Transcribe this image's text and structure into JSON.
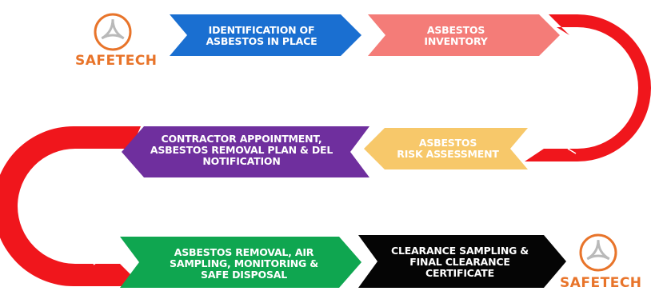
{
  "brand": {
    "name": "SAFETECH",
    "logo_color": "#e8742a",
    "logo_ring_color": "#b9b9b9"
  },
  "steps": [
    {
      "lines": [
        "IDENTIFICATION OF",
        "ASBESTOS IN PLACE"
      ],
      "color": "#1a6fd1"
    },
    {
      "lines": [
        "ASBESTOS",
        "INVENTORY"
      ],
      "color": "#f47c78"
    },
    {
      "lines": [
        "ASBESTOS",
        "RISK ASSESSMENT"
      ],
      "color": "#f7c86a"
    },
    {
      "lines": [
        "CONTRACTOR APPOINTMENT,",
        "ASBESTOS REMOVAL PLAN & DEL",
        "NOTIFICATION"
      ],
      "color": "#6f2f9e"
    },
    {
      "lines": [
        "ASBESTOS REMOVAL, AIR",
        "SAMPLING, MONITORING &",
        "SAFE DISPOSAL"
      ],
      "color": "#0fa650"
    },
    {
      "lines": [
        "CLEARANCE SAMPLING &",
        "FINAL CLEARANCE",
        "CERTIFICATE"
      ],
      "color": "#050505"
    }
  ],
  "connector_color": "#f0161c"
}
